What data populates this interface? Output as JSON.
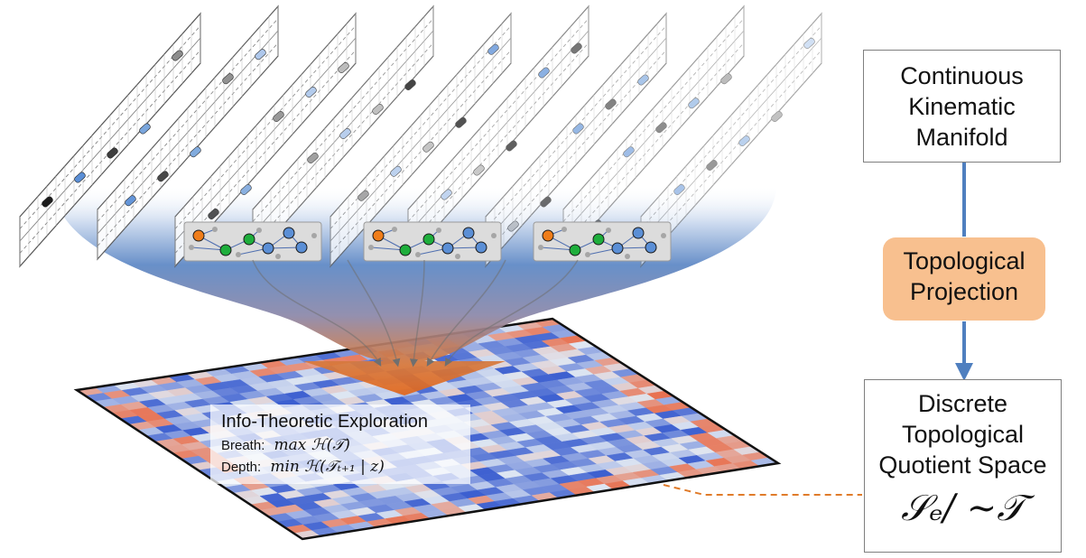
{
  "boxes": {
    "top_lines": [
      "Continuous",
      "Kinematic",
      "Manifold"
    ],
    "mid_lines": [
      "Topological",
      "Projection"
    ],
    "bottom_lines": [
      "Discrete",
      "Topological",
      "Quotient Space"
    ],
    "quotient_formula": "𝒮ₑ/ ∼𝒯"
  },
  "info_panel": {
    "title": "Info-Theoretic Exploration",
    "breath_label": "Breath:",
    "breath_formula": "max ℋ(𝒯)",
    "depth_label": "Depth:",
    "depth_formula": "min ℋ(𝒯ₜ₊₁ | z)"
  },
  "colors": {
    "arrow_blue": "#4f7fbf",
    "funnel_blue": "#5b86c4",
    "funnel_orange": "#e2661a",
    "dashed_orange": "#e07b2a",
    "projection_fill": "#f8c08f",
    "node_orange": "#ef7d1a",
    "node_green": "#1eae3c",
    "node_blue": "#5b8fd6",
    "node_gray": "#a6a6a6",
    "heat_low": "#3c5fd0",
    "heat_mid": "#dfe7f2",
    "heat_high": "#e8704f"
  },
  "graph_panels": [
    {
      "orange_nodes": 1,
      "green_nodes": 2,
      "blue_nodes": 3
    },
    {
      "orange_nodes": 1,
      "green_nodes": 2,
      "blue_nodes": 3
    },
    {
      "orange_nodes": 1,
      "green_nodes": 2,
      "blue_nodes": 3
    }
  ],
  "lane_sheets": 9
}
